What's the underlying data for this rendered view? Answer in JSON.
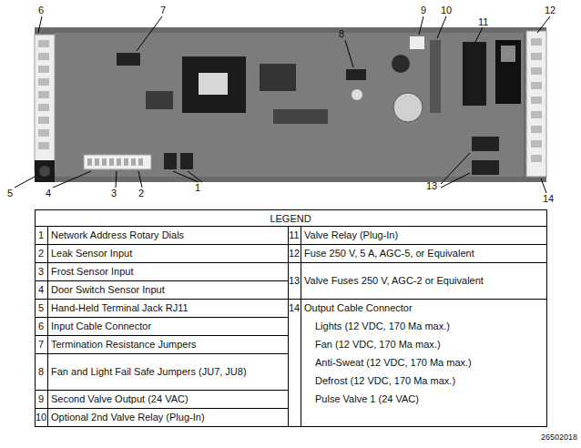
{
  "diagram": {
    "labels": [
      "6",
      "7",
      "8",
      "9",
      "10",
      "11",
      "12",
      "5",
      "4",
      "3",
      "2",
      "1",
      "13",
      "14",
      "LEGEND",
      "1",
      "Network Address Rotary Dials",
      "2",
      "Leak Sensor Input",
      "3",
      "Frost Sensor Input",
      "4",
      "Door Switch Sensor Input",
      "5",
      "Hand-Held Terminal Jack RJ11",
      "6",
      "Input Cable Connector",
      "7",
      "Termination Resistance Jumpers",
      "8",
      "Fan and Light Fail Safe Jumpers (JU7, JU8)",
      "9",
      "Second Valve Output (24 VAC)",
      "10",
      "Optional 2nd Valve Relay (Plug-In)",
      "11",
      "Valve Relay (Plug-In)",
      "12",
      "Fuse 250 V, 5 A, AGC-5, or Equivalent",
      "13",
      "Valve Fuses 250 V, AGC-2 or Equivalent",
      "14",
      "Output Cable Connector",
      "Lights (12 VDC, 170 Ma max.)",
      "Fan (12 VDC, 170 Ma max.)",
      "Anti-Sweat (12 VDC, 170 Ma max.)",
      "Defrost (12 VDC, 170 Ma max.)",
      "Pulse Valve 1 (24 VAC)",
      "26502018"
    ]
  }
}
